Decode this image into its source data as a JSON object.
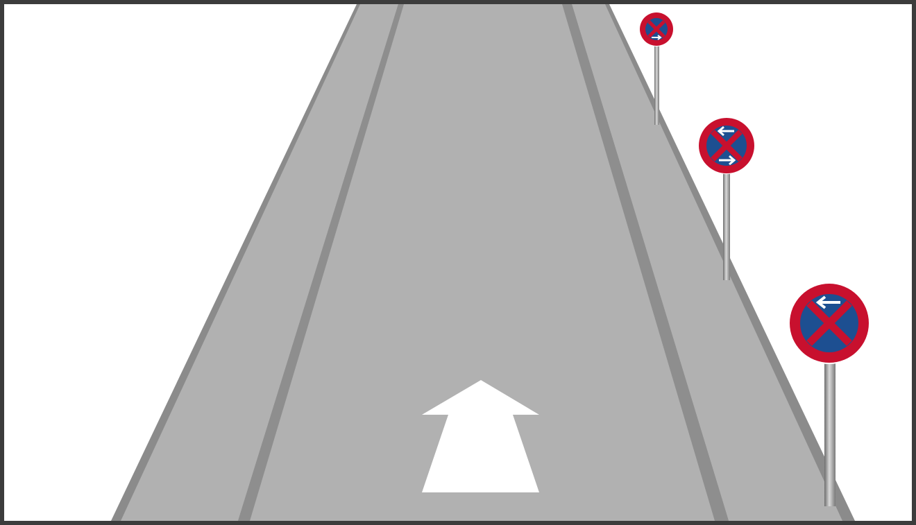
{
  "scene": {
    "road_color": "#b1b1b1",
    "curb_color": "#8b8b8b",
    "frame_color": "#3c3c3c",
    "arrow": {
      "icon": "straight-ahead-arrow-icon",
      "color": "#ffffff"
    },
    "signs": [
      {
        "name": "no-stopping-sign-far",
        "arrows": [
          "right"
        ],
        "sign": "no-stopping-sign-icon"
      },
      {
        "name": "no-stopping-sign-middle",
        "arrows": [
          "left",
          "right"
        ],
        "sign": "no-stopping-sign-icon"
      },
      {
        "name": "no-stopping-sign-near",
        "arrows": [
          "left"
        ],
        "sign": "no-stopping-sign-icon"
      }
    ],
    "sign_colors": {
      "ring": "#c8102e",
      "field": "#1d4f91",
      "cross": "#c8102e",
      "arrow": "#ffffff"
    }
  }
}
